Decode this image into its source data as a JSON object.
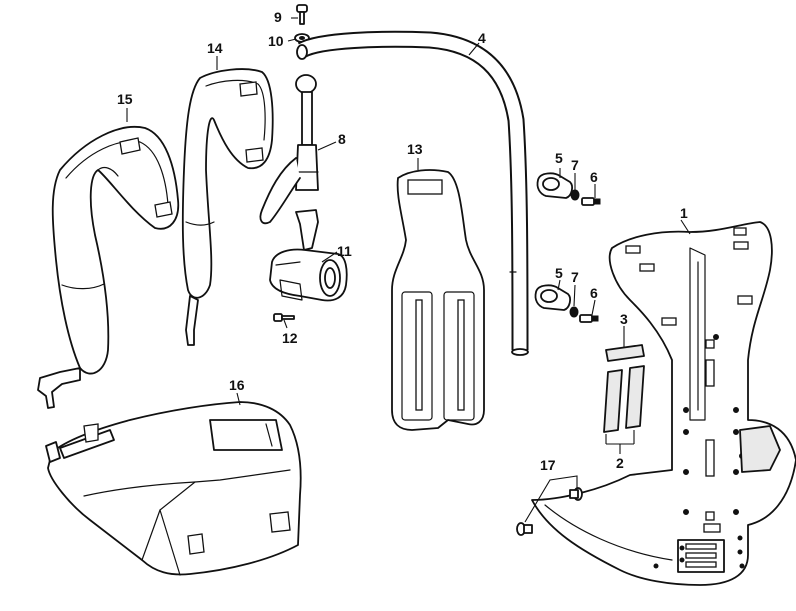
{
  "callouts": {
    "c1": "1",
    "c2": "2",
    "c3": "3",
    "c4": "4",
    "c5a": "5",
    "c5b": "5",
    "c6a": "6",
    "c6b": "6",
    "c7a": "7",
    "c7b": "7",
    "c8": "8",
    "c9": "9",
    "c10": "10",
    "c11": "11",
    "c12": "12",
    "c13": "13",
    "c14": "14",
    "c15": "15",
    "c16": "16",
    "c17": "17"
  }
}
